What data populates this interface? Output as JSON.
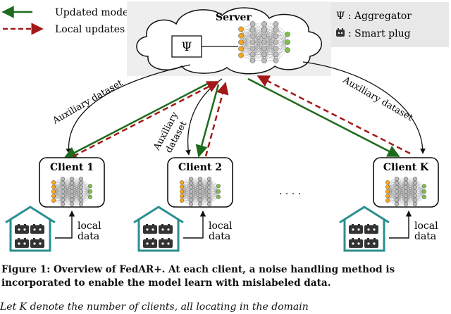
{
  "legend": {
    "updated_model": "Updated model",
    "local_updates": "Local updates",
    "aggregator_symbol": "Ψ",
    "aggregator": "Ψ : Aggregator",
    "smart_plug": ": Smart plug"
  },
  "server": {
    "label": "Server",
    "aggregator_symbol": "Ψ"
  },
  "arrows": {
    "auxiliary_left": "Auxiliary dataset",
    "auxiliary_middle_1": "Auxiliary",
    "auxiliary_middle_2": "dataset",
    "auxiliary_right": "Auxiliary dataset"
  },
  "clients": [
    {
      "label": "Client 1"
    },
    {
      "label": "Client 2"
    },
    {
      "label": "Client K"
    }
  ],
  "ellipsis": ". . . .",
  "local_data": {
    "line1": "local",
    "line2": "data"
  },
  "caption": "Figure 1: Overview of FedAR+. At each client, a noise handling method is incorporated to enable the model learn with mislabeled data.",
  "body_partial": "Let K denote the number of clients, all locating in the domain",
  "colors": {
    "green": "#1e6b1e",
    "red": "#a31919",
    "teal": "#2a8f8f",
    "node_orange": "#f5a623",
    "node_green": "#7cc142"
  }
}
